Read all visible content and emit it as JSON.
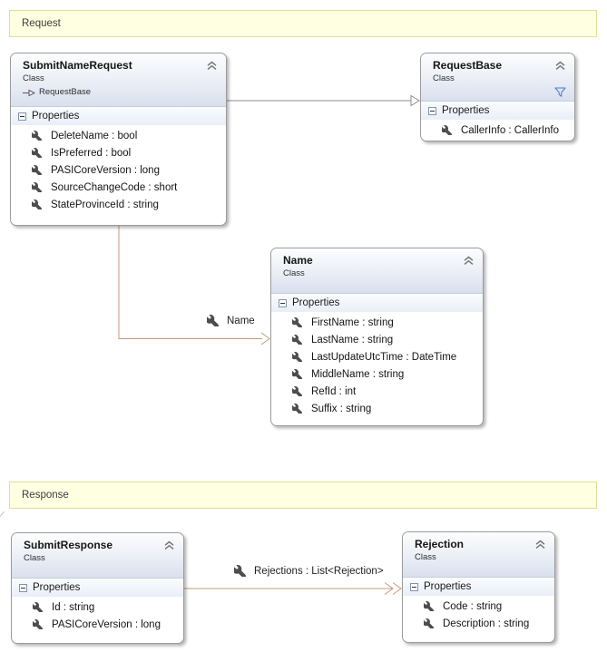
{
  "comments": [
    {
      "label": "Request"
    },
    {
      "label": "Response"
    }
  ],
  "classes": [
    {
      "name": "SubmitNameRequest",
      "stereotype": "Class",
      "base": "RequestBase",
      "section": "Properties",
      "properties": [
        "DeleteName : bool",
        "IsPreferred : bool",
        "PASICoreVersion : long",
        "SourceChangeCode : short",
        "StateProvinceId : string"
      ]
    },
    {
      "name": "RequestBase",
      "stereotype": "Class",
      "section": "Properties",
      "properties": [
        "CallerInfo : CallerInfo"
      ]
    },
    {
      "name": "Name",
      "stereotype": "Class",
      "section": "Properties",
      "properties": [
        "FirstName : string",
        "LastName : string",
        "LastUpdateUtcTime : DateTime",
        "MiddleName : string",
        "RefId : int",
        "Suffix : string"
      ]
    },
    {
      "name": "SubmitResponse",
      "stereotype": "Class",
      "section": "Properties",
      "properties": [
        "Id : string",
        "PASICoreVersion : long"
      ]
    },
    {
      "name": "Rejection",
      "stereotype": "Class",
      "section": "Properties",
      "properties": [
        "Code : string",
        "Description : string"
      ]
    }
  ],
  "associations": [
    {
      "label": "Name"
    },
    {
      "label": "Rejections : List<Rejection>"
    }
  ],
  "colors": {
    "association": "#c99a78",
    "inheritance": "#8c8c8c",
    "comment_bg": "#ffffe1",
    "comment_border": "#dfdf96",
    "box_border": "#9b9b9b"
  }
}
